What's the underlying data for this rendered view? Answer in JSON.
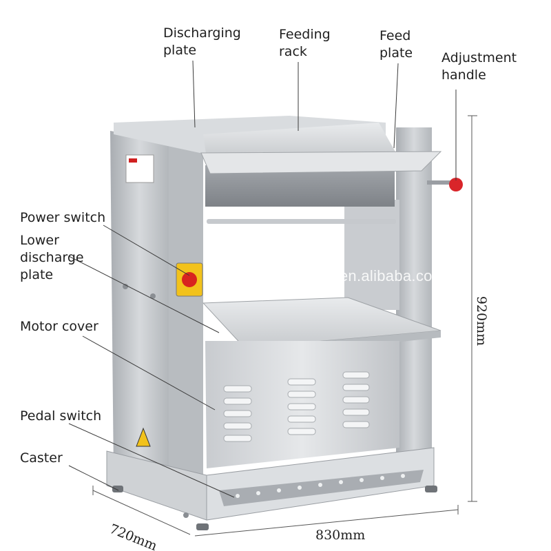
{
  "labels": {
    "discharging_plate": "Discharging\nplate",
    "feeding_rack": "Feeding\nrack",
    "feed_plate": "Feed\nplate",
    "adjustment_handle": "Adjustment\nhandle",
    "power_switch": "Power switch",
    "lower_discharge_plate": "Lower\ndischarge\nplate",
    "motor_cover": "Motor cover",
    "pedal_switch": "Pedal switch",
    "caster": "Caster"
  },
  "dimensions": {
    "height": "920mm",
    "width": "830mm",
    "depth": "720mm"
  },
  "watermark": "newpower.en.alibaba.com",
  "colors": {
    "steel_light": "#e4e6e8",
    "steel_mid": "#c3c6ca",
    "steel_dark": "#8d9196",
    "switch_yellow": "#f2c21b",
    "switch_red": "#d8231f",
    "handle_knob": "#d9252a",
    "leader_line": "#3a3a3a"
  }
}
